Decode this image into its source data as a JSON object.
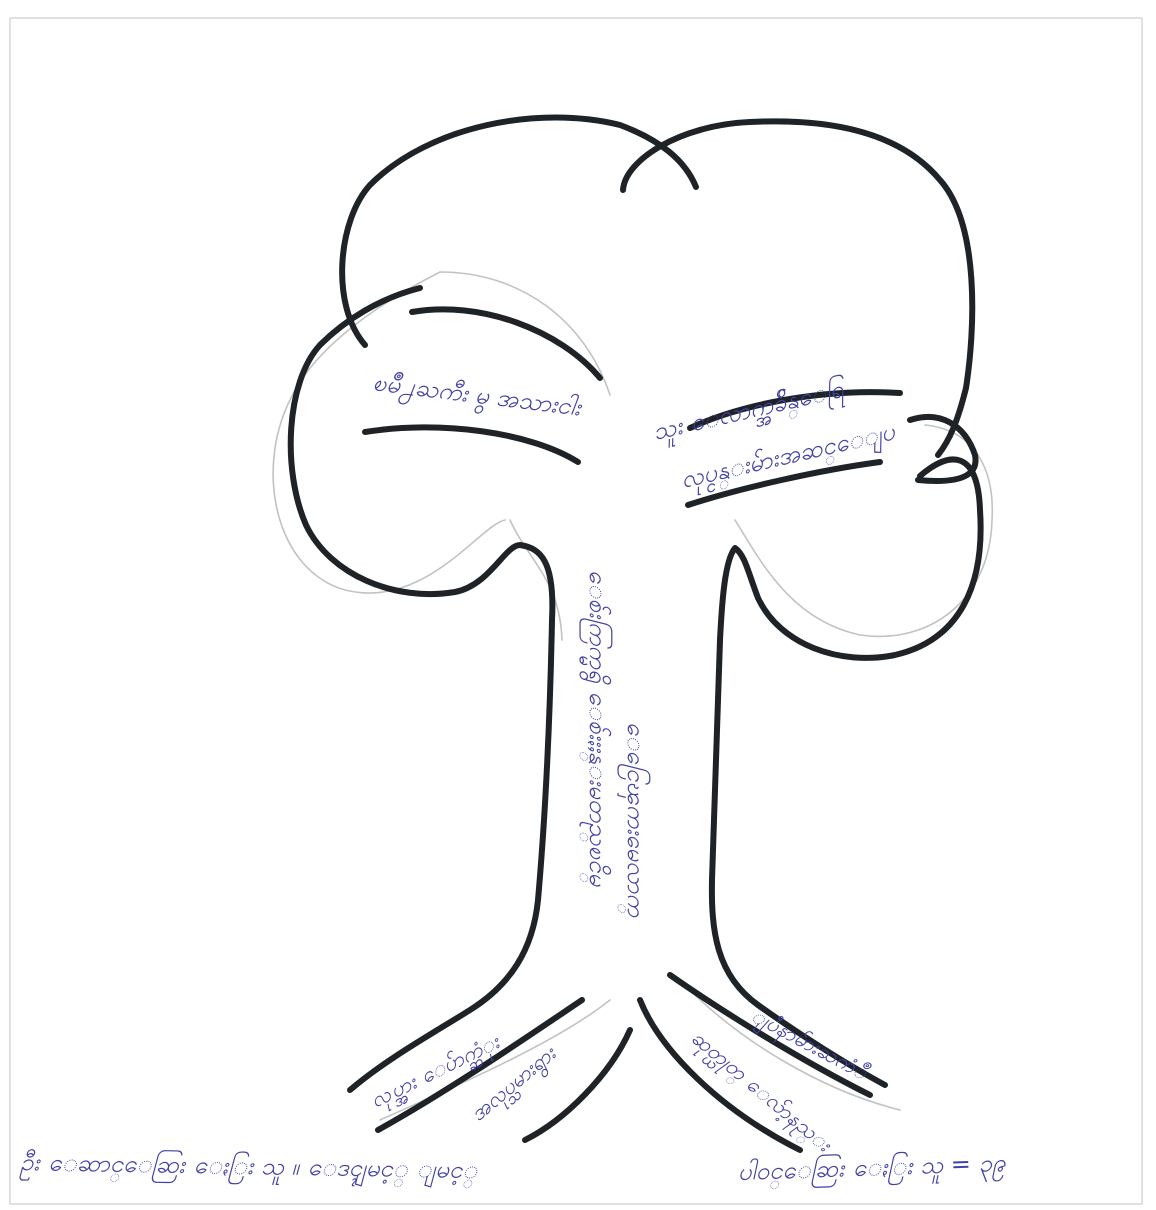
{
  "colors": {
    "paper": "#ffffff",
    "outline_ink": "#1d2326",
    "pencil": "#c2c2c2",
    "label_ink": "#4141a6",
    "border": "#d6d6d6"
  },
  "drawing": {
    "canopy_left_upper": "ၿမိဳ႕ႀကီး မွ အသားငါး",
    "canopy_right_upper": "သူး ေလာက္အခ်ိန္ေရြ",
    "canopy_right_lower": "လုပ္ငန္းမ်ားအဆင္ေျပ",
    "trunk_left": "ေစ်းကြက္မရွိ ေစ်းႏႈန္းမတည္ၿငိမ္",
    "trunk_right": "ေငြေၾကးမေလာက္",
    "root_left_upper": "လုပ္အား ေပ်ာက္ဆံုး",
    "root_left_lower": "အလုပ္သမားရွား",
    "root_right_upper": "ျပႆနာမ်ားႀကံဳ",
    "root_right_lower": "ဆုတ္ယုတ္ ေလ်ာ့နည္း",
    "footer_left": "ဦး ေဆာင္ေဆြး ေႏြး သူ ။ ေဒၚျမင့္ ျမင့္",
    "footer_right": "ပါ၀င္ေဆြး ေႏြး သူ = ၃၉"
  }
}
